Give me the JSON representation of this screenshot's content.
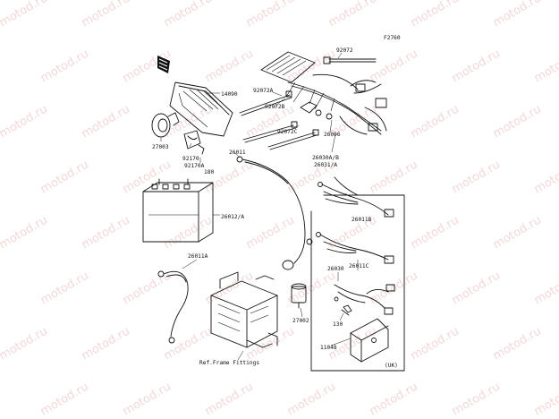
{
  "figure_code": "F2760",
  "region_note": "(UK)",
  "reference_note": "Ref.Frame Fittings",
  "watermark_text": "motod.ru",
  "parts": {
    "p92072": "92072",
    "p92072A": "92072A",
    "p92072B": "92072B",
    "p92072C": "92072C",
    "p14090": "14090",
    "p27003": "27003",
    "p92170": "92170",
    "p92170A": "92170A",
    "p180": "180",
    "p26011": "26011",
    "p26006": "26006",
    "p26030AB": "26030A/B",
    "p26031A": "26031/A",
    "p26012A": "26012/A",
    "p26011B": "26011B",
    "p26011A": "26011A",
    "p26030": "26030",
    "p26011C": "26011C",
    "p27002": "27002",
    "p130": "130",
    "p11048": "11048"
  },
  "colors": {
    "line": "#111111",
    "watermark": "#e8b8b8"
  }
}
